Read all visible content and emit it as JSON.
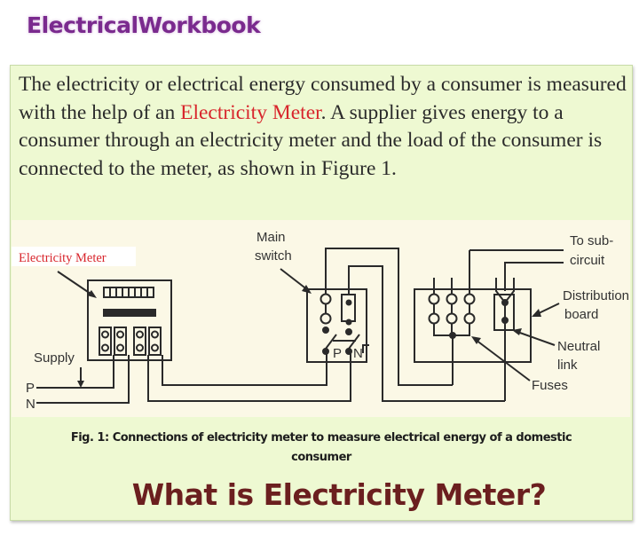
{
  "brand": "ElectricalWorkbook",
  "intro": {
    "before": "The electricity or electrical energy consumed by a consumer is measured with the help of an ",
    "highlight": "Electricity Meter",
    "after": ". A supplier gives energy to a consumer through an electricity meter and the load of the consumer is connected to the meter, as shown in Figure 1."
  },
  "diagram": {
    "labels": {
      "electricity_meter": "Electricity Meter",
      "main_switch_line1": "Main",
      "main_switch_line2": "switch",
      "supply": "Supply",
      "phase": "P",
      "neutral": "N",
      "switch_p": "P",
      "switch_n": "N",
      "to_sub_line1": "To sub-",
      "to_sub_line2": "circuit",
      "distribution_line1": "Distribution",
      "distribution_line2": "board",
      "neutral_link_line1": "Neutral",
      "neutral_link_line2": "link",
      "fuses": "Fuses"
    }
  },
  "caption": {
    "line1": "Fig. 1: Connections of electricity meter to measure electrical energy of a domestic",
    "line2": "consumer"
  },
  "headline": "What is Electricity Meter?"
}
